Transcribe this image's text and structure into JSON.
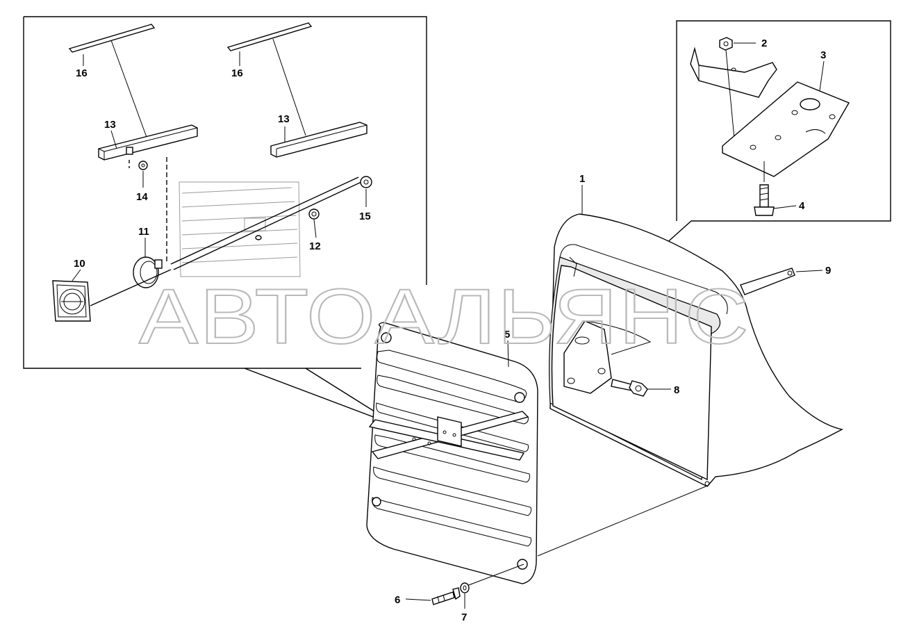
{
  "diagram": {
    "watermark": "АВТОАЛЬЯНС",
    "callouts": {
      "c1": "1",
      "c2": "2",
      "c3": "3",
      "c4": "4",
      "c5": "5",
      "c6": "6",
      "c7": "7",
      "c8": "8",
      "c9": "9",
      "c10": "10",
      "c11": "11",
      "c12": "12",
      "c13a": "13",
      "c13b": "13",
      "c14": "14",
      "c15": "15",
      "c16a": "16",
      "c16b": "16"
    }
  }
}
